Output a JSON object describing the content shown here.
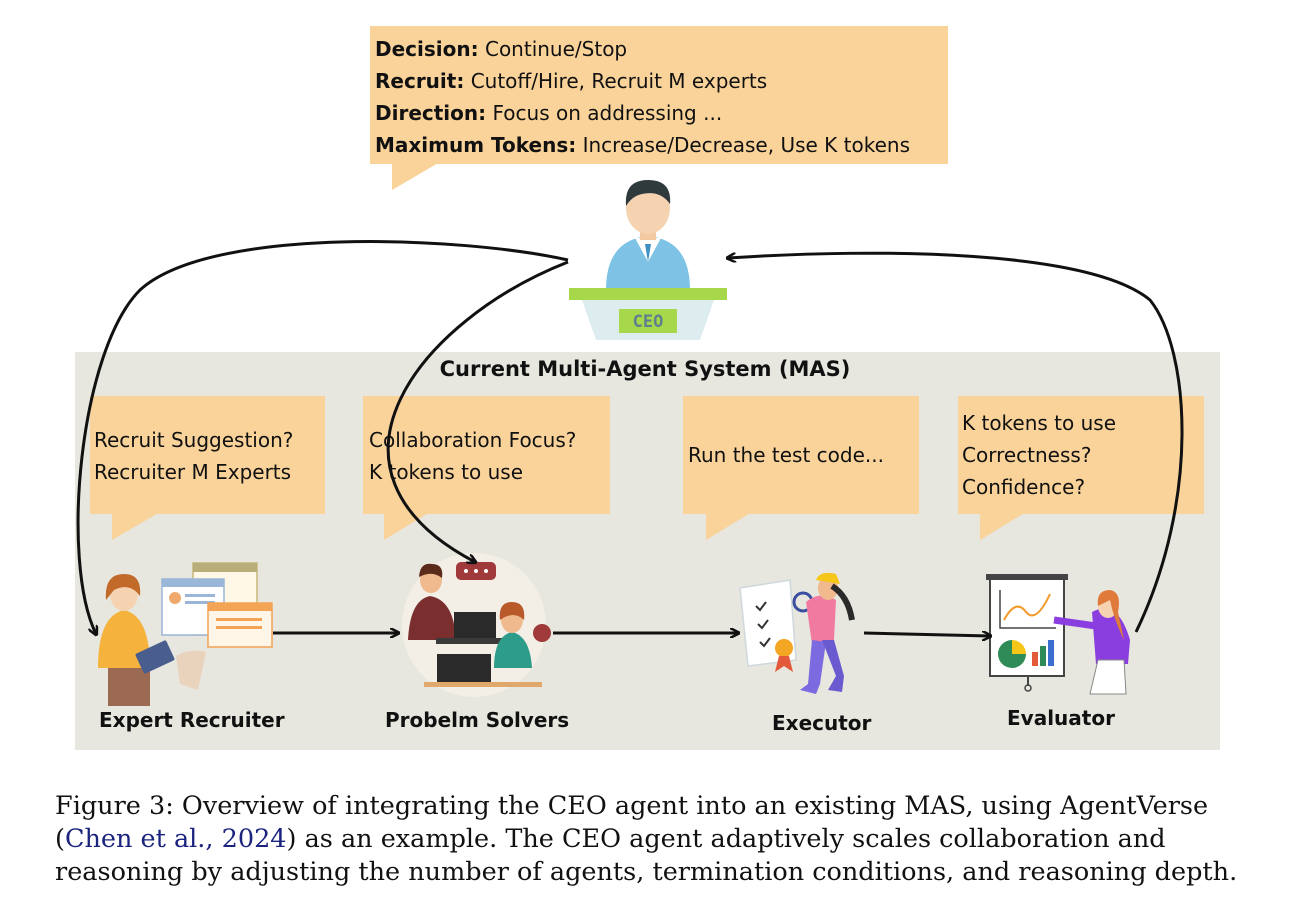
{
  "ceo_bubble": {
    "lines": [
      {
        "label": "Decision:",
        "text": " Continue/Stop"
      },
      {
        "label": "Recruit:",
        "text": " Cutoff/Hire, Recruit M experts"
      },
      {
        "label": "Direction:",
        "text": " Focus on addressing ..."
      },
      {
        "label": "Maximum Tokens:",
        "text": " Increase/Decrease, Use K tokens"
      }
    ]
  },
  "ceo_badge": "CEO",
  "mas": {
    "title": "Current Multi-Agent System (MAS)",
    "agents": [
      {
        "name": "Expert Recruiter",
        "bubble": [
          "Recruit Suggestion?",
          "Recruiter M Experts"
        ]
      },
      {
        "name": "Probelm Solvers",
        "bubble": [
          "Collaboration Focus?",
          "K tokens to use"
        ]
      },
      {
        "name": "Executor",
        "bubble": [
          "Run the test code..."
        ]
      },
      {
        "name": "Evaluator",
        "bubble": [
          "K tokens to use",
          "Correctness?",
          "Confidence?"
        ]
      }
    ]
  },
  "caption": {
    "line1": "Figure 3: Overview of integrating the CEO agent into an existing MAS, using AgentVerse",
    "line2_open": "(",
    "line2_cite": "Chen et al., 2024",
    "line2_rest": ") as an example.  The CEO agent adaptively scales collaboration and",
    "line3": "reasoning by adjusting the number of agents, termination conditions, and reasoning depth."
  },
  "colors": {
    "bubble": "#f9d39a",
    "panel": "#e7e7df",
    "citation": "#1a237e",
    "ceo_suit": "#7ec3e6",
    "ceo_desk": "#a6d84a"
  }
}
